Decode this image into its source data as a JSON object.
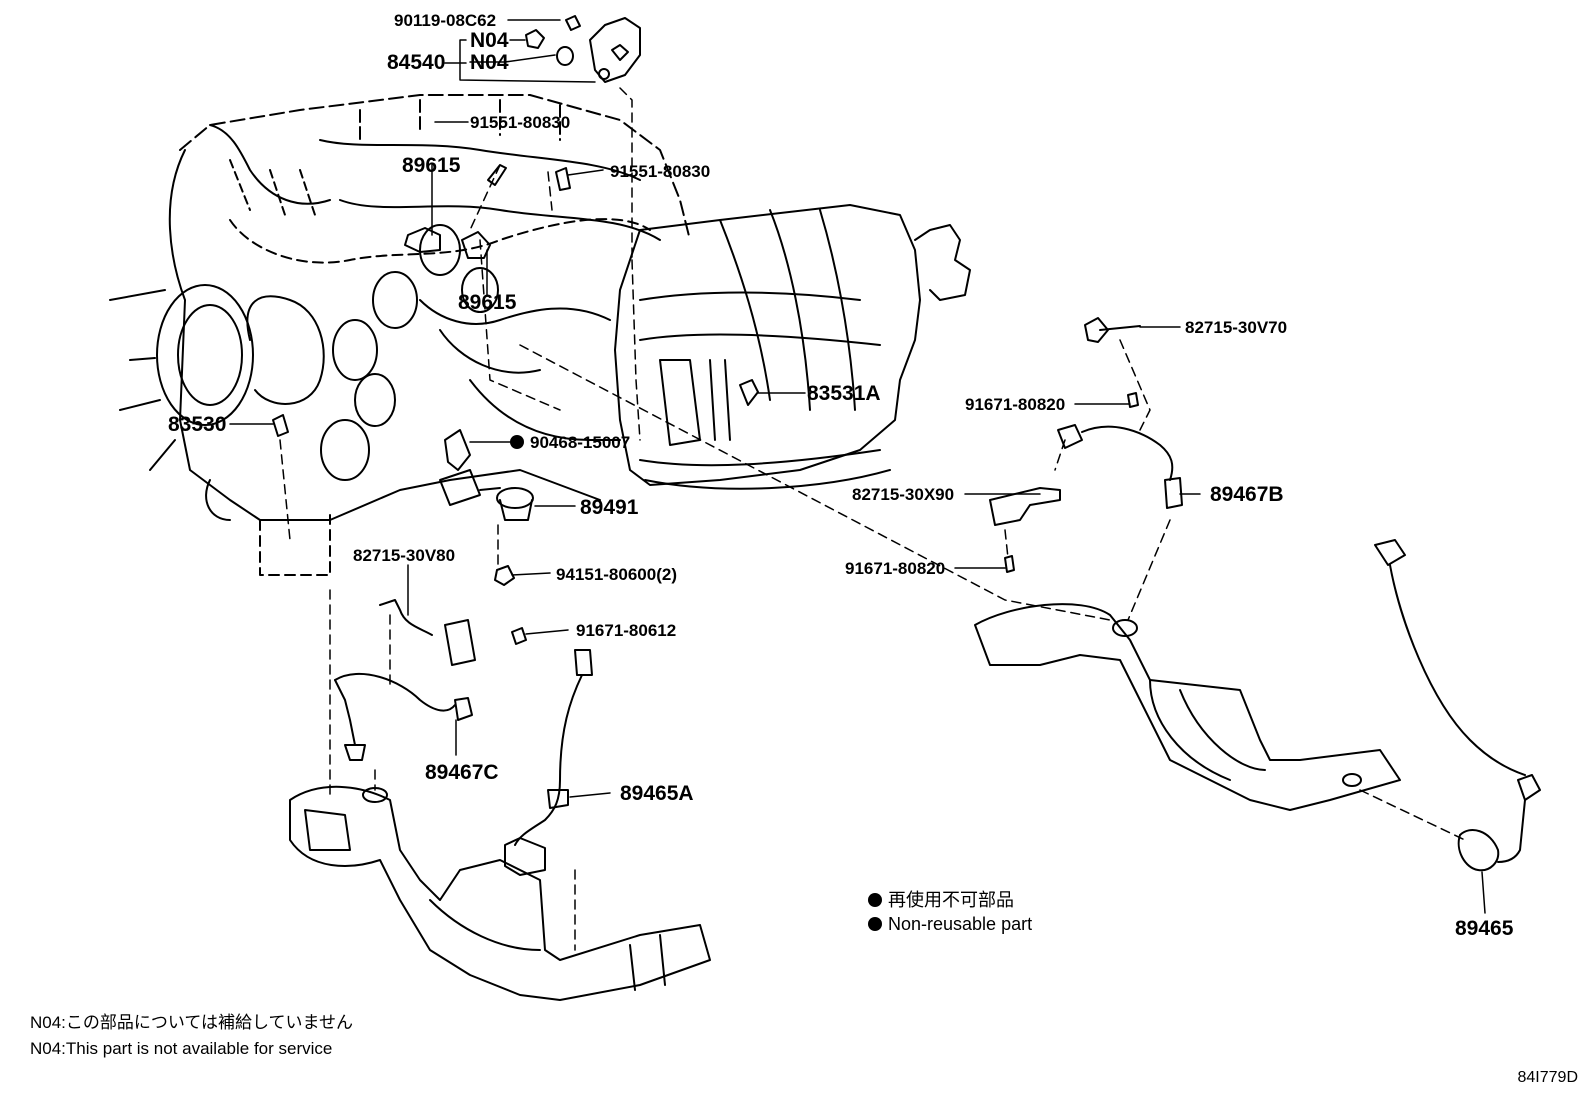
{
  "parts": {
    "p90119": "90119-08C62",
    "n04a": "N04",
    "p84540": "84540",
    "n04b": "N04",
    "p91551a": "91551-80830",
    "p89615a": "89615",
    "p91551b": "91551-80830",
    "p89615b": "89615",
    "p83530": "83530",
    "p83531a": "83531A",
    "p90468": "90468-15007",
    "p89491": "89491",
    "p82715v70": "82715-30V70",
    "p91671a": "91671-80820",
    "p89467b": "89467B",
    "p82715x90": "82715-30X90",
    "p91671b": "91671-80820",
    "p82715v80": "82715-30V80",
    "p94151": "94151-80600(2)",
    "p91671c": "91671-80612",
    "p89467c": "89467C",
    "p89465a": "89465A",
    "p89465": "89465"
  },
  "legend": {
    "jp": "再使用不可部品",
    "en": "Non-reusable part"
  },
  "notes": {
    "jp": "N04:この部品については補給していません",
    "en": "N04:This part is not available for service"
  },
  "diagram_code": "84I779D"
}
